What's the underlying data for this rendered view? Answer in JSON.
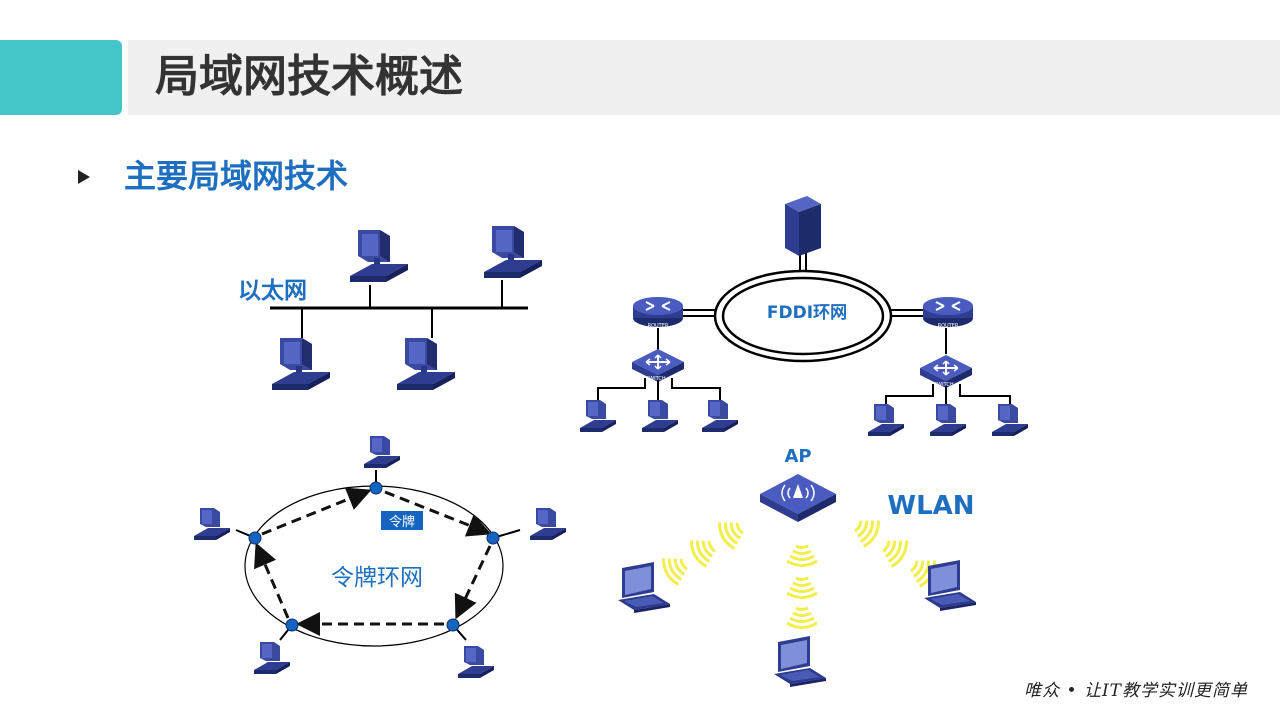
{
  "header": {
    "title": "局域网技术概述"
  },
  "section": {
    "heading": "主要局域网技术"
  },
  "diagram": {
    "ethernet_label": "以太网",
    "fddi_label": "FDDI环网",
    "router_label": "ROUTER",
    "switch_label": "SWITCH",
    "token_ring_label": "令牌环网",
    "token_label": "令牌",
    "ap_label": "AP",
    "wlan_label": "WLAN"
  },
  "footer": {
    "brand": "唯众 • 让IT教学实训更简单"
  },
  "colors": {
    "accent": "#45c4c9",
    "heading_blue": "#1f6fc0",
    "device_blue": "#2b3a8c",
    "wifi_yellow": "#f2ee4a"
  }
}
